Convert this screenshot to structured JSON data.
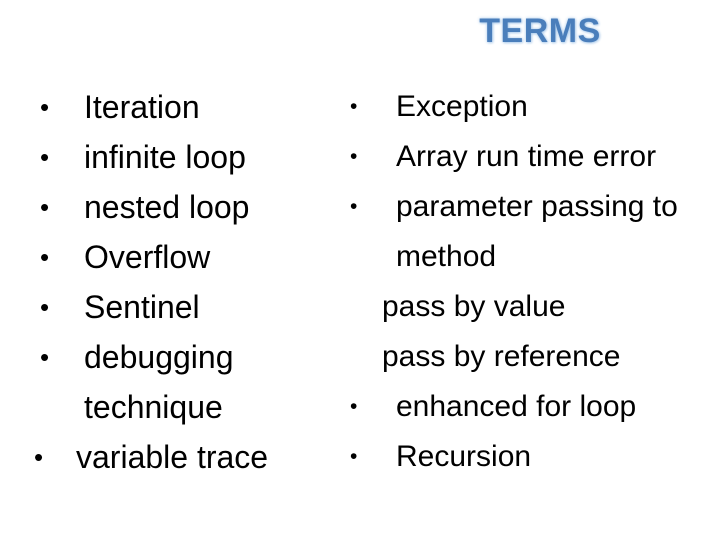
{
  "slide": {
    "title": "TERMS",
    "title_color": "#4A7EBB",
    "background_color": "#FFFFFF",
    "text_color": "#000000",
    "bullet_glyph": "•"
  },
  "left_column": {
    "items": [
      {
        "text": "Iteration",
        "bullet": true
      },
      {
        "text": "infinite loop",
        "bullet": true
      },
      {
        "text": "nested loop",
        "bullet": true
      },
      {
        "text": "Overflow",
        "bullet": true
      },
      {
        "text": "Sentinel",
        "bullet": true
      },
      {
        "text": "debugging technique",
        "bullet": true
      },
      {
        "text": "variable trace",
        "bullet": true
      }
    ]
  },
  "right_column": {
    "items": [
      {
        "text": "Exception",
        "bullet": true
      },
      {
        "text": "Array run time error",
        "bullet": true
      },
      {
        "text": "parameter passing to method",
        "bullet": true
      },
      {
        "text": "pass by value",
        "bullet": false
      },
      {
        "text": "pass by reference",
        "bullet": false
      },
      {
        "text": "enhanced for loop",
        "bullet": true
      },
      {
        "text": "Recursion",
        "bullet": true
      }
    ]
  }
}
